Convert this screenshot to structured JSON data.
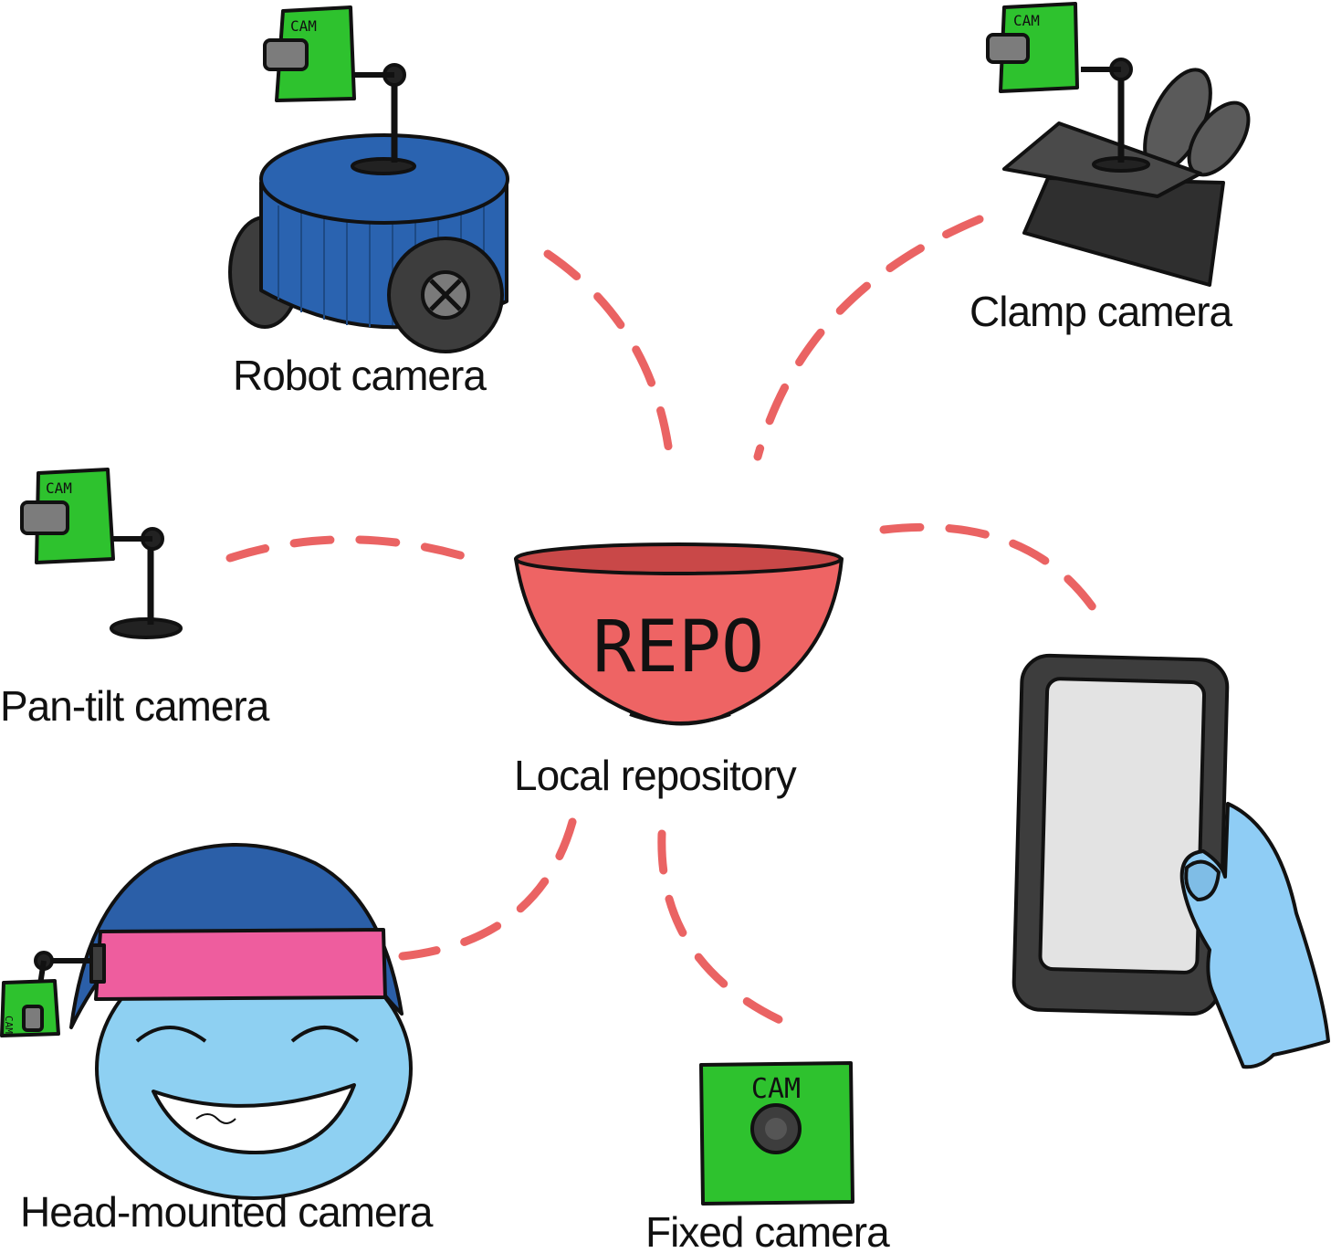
{
  "center": {
    "label": "Local repository",
    "bowl_text": "REPO"
  },
  "nodes": [
    {
      "id": "robot",
      "label": "Robot camera"
    },
    {
      "id": "clamp",
      "label": "Clamp camera"
    },
    {
      "id": "pantilt",
      "label": "Pan-tilt camera"
    },
    {
      "id": "phone",
      "label": ""
    },
    {
      "id": "head",
      "label": "Head-mounted camera"
    },
    {
      "id": "fixed",
      "label": "Fixed camera"
    }
  ],
  "camera_text": "CAM",
  "colors": {
    "connector": "#ea6363",
    "bowl": "#ee6464",
    "camera_green": "#2ec22e",
    "robot_blue": "#2a63b0",
    "hair_blue": "#2b5fa8",
    "headband_pink": "#ee5d9e",
    "skin_blue": "#8ed0f2",
    "hand_blue": "#8fcdf5",
    "dark_gray": "#3d3d3d",
    "screen_gray": "#e3e3e3"
  }
}
